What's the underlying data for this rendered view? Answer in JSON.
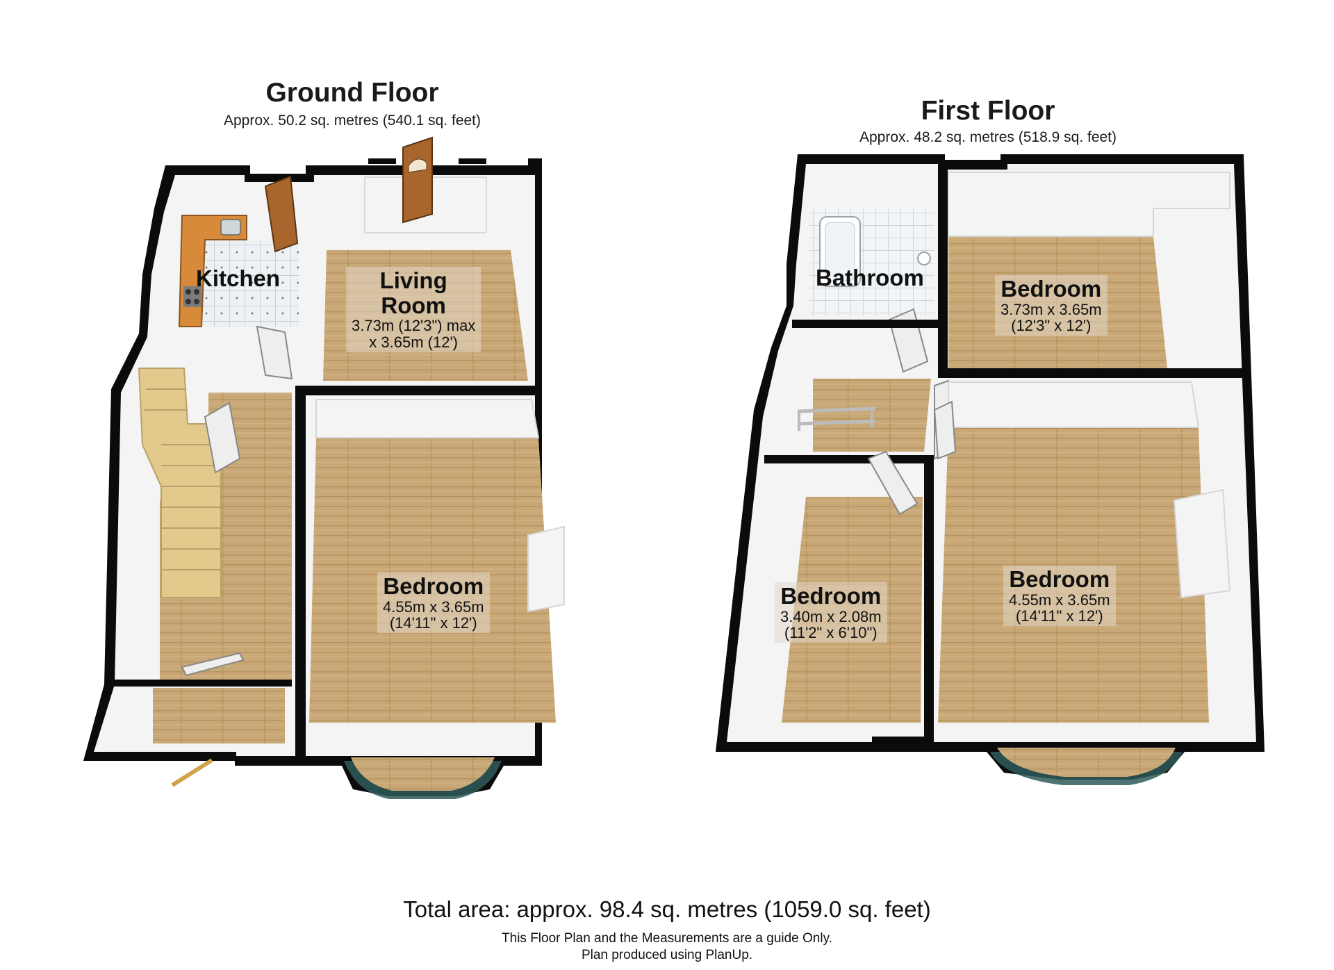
{
  "ground_floor": {
    "title": "Ground Floor",
    "area": "Approx. 50.2 sq. metres (540.1 sq. feet)",
    "rooms": {
      "kitchen": {
        "name": "Kitchen"
      },
      "living_room": {
        "name_line1": "Living",
        "name_line2": "Room",
        "dim1": "3.73m (12'3\") max",
        "dim2": "x 3.65m (12')"
      },
      "bedroom": {
        "name": "Bedroom",
        "dim1": "4.55m x 3.65m",
        "dim2": "(14'11\" x 12')"
      }
    }
  },
  "first_floor": {
    "title": "First Floor",
    "area": "Approx. 48.2 sq. metres (518.9 sq. feet)",
    "rooms": {
      "bathroom": {
        "name": "Bathroom"
      },
      "bedroom_rear": {
        "name": "Bedroom",
        "dim1": "3.73m x 3.65m",
        "dim2": "(12'3\" x 12')"
      },
      "bedroom_small": {
        "name": "Bedroom",
        "dim1": "3.40m x 2.08m",
        "dim2": "(11'2\" x 6'10\")"
      },
      "bedroom_front": {
        "name": "Bedroom",
        "dim1": "4.55m x 3.65m",
        "dim2": "(14'11\" x 12')"
      }
    }
  },
  "footer": {
    "total": "Total area: approx. 98.4 sq. metres (1059.0 sq. feet)",
    "note1": "This Floor Plan and the Measurements are a guide Only.",
    "note2": "Plan produced using PlanUp."
  },
  "colors": {
    "wall": "#0b0b0b",
    "floor_wood": "#c9a877",
    "floor_tile": "#e8ecef",
    "stairs": "#e3c98c",
    "worktop": "#d78a3a",
    "door": "#a8652c",
    "bay_glass": "#2e5a5a",
    "inner_wall": "#f4f4f4"
  }
}
